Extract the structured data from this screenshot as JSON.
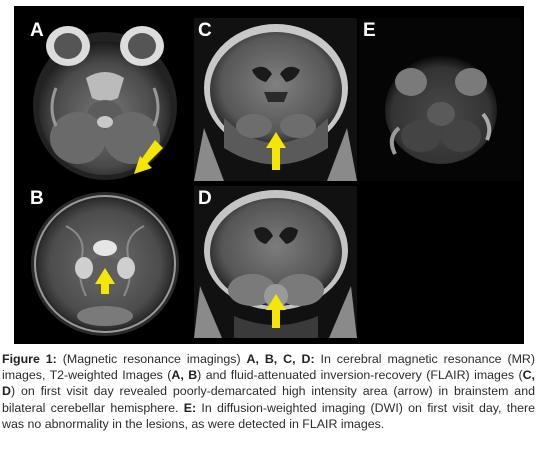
{
  "panels": {
    "a": {
      "label": "A"
    },
    "b": {
      "label": "B"
    },
    "c": {
      "label": "C"
    },
    "d": {
      "label": "D"
    },
    "e": {
      "label": "E"
    }
  },
  "caption": {
    "figure_label": "Figure 1:",
    "t1": " (Magnetic resonance imagings) ",
    "b1": "A, B, C, D:",
    "t2": " In cerebral magnetic resonance (MR) images, T2-weighted Images (",
    "b2": "A, B",
    "t3": ") and fluid-attenuated inversion-recovery (FLAIR) images (",
    "b3": "C, D",
    "t4": ") on first visit day revealed poorly-demarcated high intensity area (arrow) in brainstem and bilateral cerebellar hemisphere. ",
    "b4": "E:",
    "t5": " In diffusion-weighted imaging (DWI) on first visit day, there was no abnormality in the lesions, as were detected in FLAIR images."
  },
  "colors": {
    "arrow": "#f5e800",
    "background": "#000000"
  }
}
